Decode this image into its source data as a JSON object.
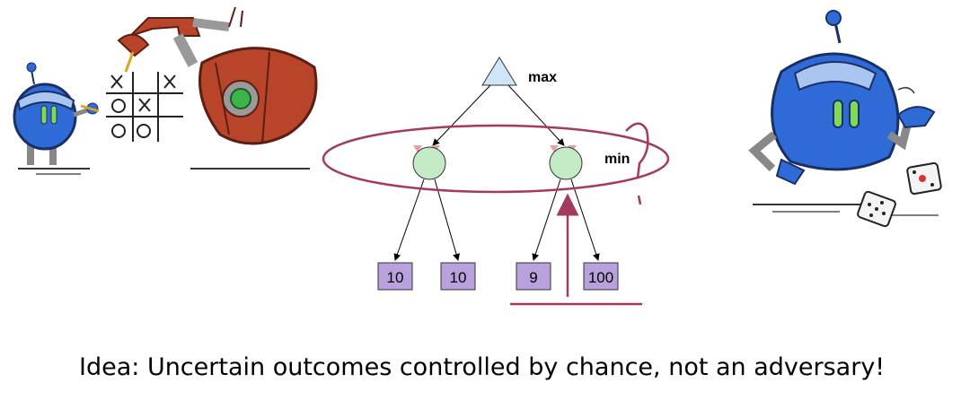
{
  "diagram": {
    "max_label": "max",
    "min_label": "min",
    "leaves": [
      "10",
      "10",
      "9",
      "100"
    ]
  },
  "caption": "Idea: Uncertain outcomes controlled by chance, not an adversary!",
  "colors": {
    "max_node": "#cfe6f7",
    "min_node": "#c3ebc6",
    "leaf": "#b9a1de",
    "annotation": "#a43a5e",
    "robot_blue": "#2f6bd6",
    "robot_red": "#b8442a"
  },
  "icons": [
    "robot-blue-writing",
    "tic-tac-toe-board",
    "robot-red-arm",
    "robot-blue-rolling-dice",
    "dice"
  ]
}
